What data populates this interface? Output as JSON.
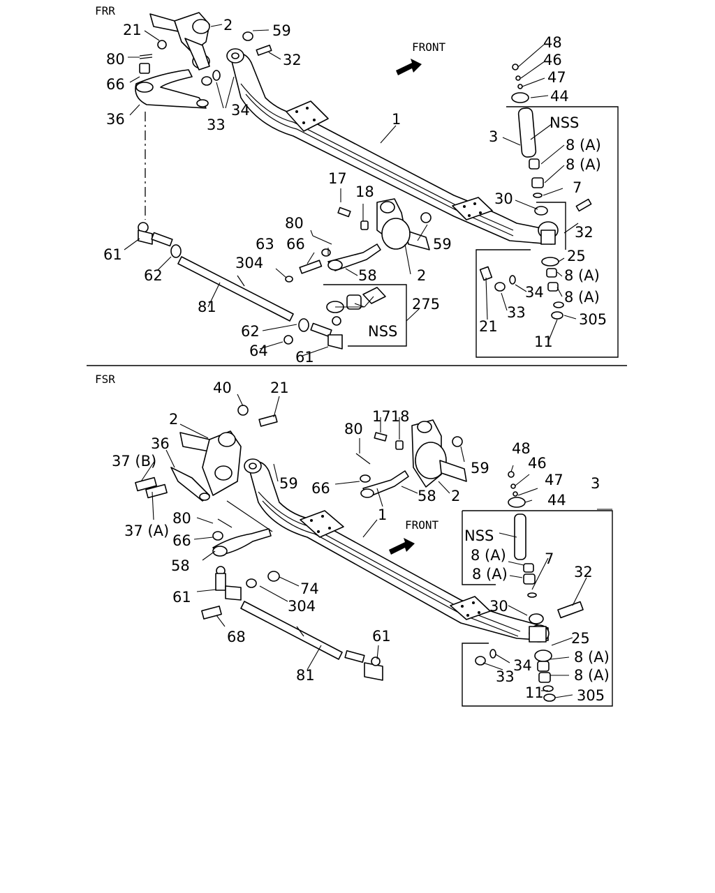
{
  "sections": [
    {
      "name": "FRR"
    },
    {
      "name": "FSR"
    }
  ],
  "front_label": "FRONT",
  "nss_label": "NSS",
  "frr_callouts": [
    "2",
    "21",
    "59",
    "80",
    "32",
    "66",
    "36",
    "33",
    "34",
    "48",
    "46",
    "47",
    "44",
    "NSS",
    "3",
    "1",
    "8 (A)",
    "8 (A)",
    "7",
    "17",
    "18",
    "30",
    "80",
    "32",
    "63",
    "66",
    "59",
    "61",
    "304",
    "58",
    "25",
    "62",
    "2",
    "8 (A)",
    "34",
    "8 (A)",
    "81",
    "275",
    "NSS",
    "33",
    "21",
    "305",
    "62",
    "11",
    "64",
    "61"
  ],
  "fsr_callouts": [
    "40",
    "21",
    "2",
    "80",
    "1718",
    "36",
    "59",
    "37 (B)",
    "59",
    "66",
    "58",
    "2",
    "48",
    "46",
    "47",
    "44",
    "3",
    "37 (A)",
    "80",
    "1",
    "FRONT",
    "NSS",
    "66",
    "8 (A)",
    "7",
    "8 (A)",
    "58",
    "74",
    "32",
    "61",
    "304",
    "30",
    "25",
    "68",
    "8 (A)",
    "34",
    "8 (A)",
    "33",
    "61",
    "11",
    "305",
    "81"
  ]
}
